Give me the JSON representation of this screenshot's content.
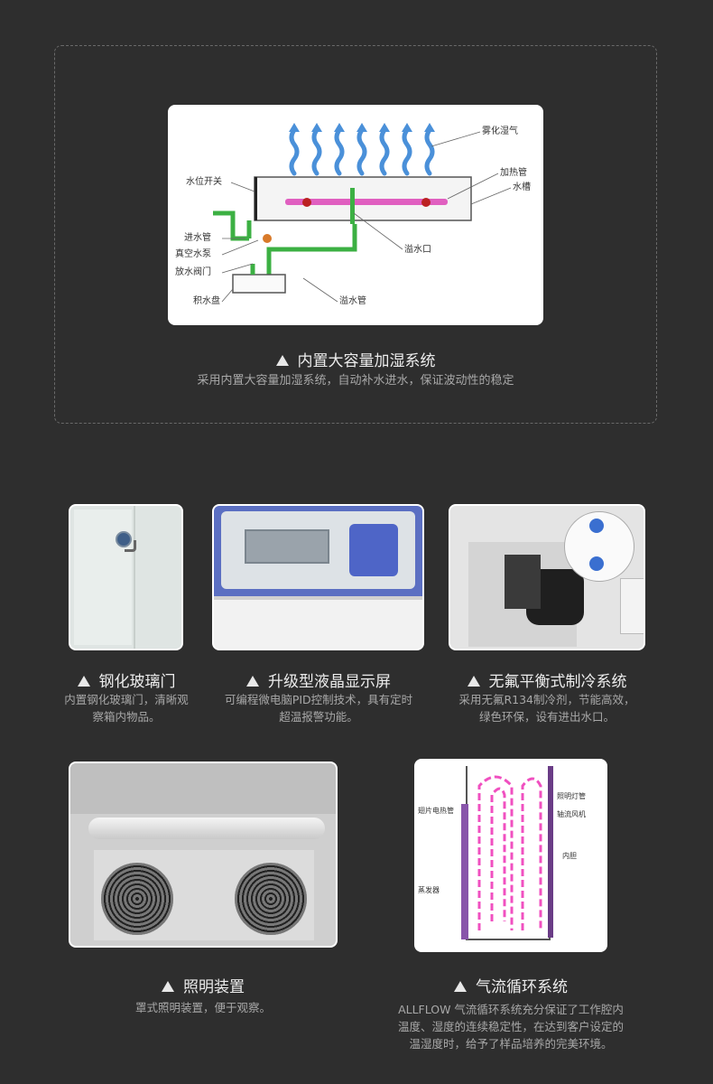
{
  "top": {
    "title": "内置大容量加湿系统",
    "desc": "采用内置大容量加湿系统，自动补水进水，保证波动性的稳定",
    "diagram_labels": {
      "mist": "雾化湿气",
      "heater": "加热管",
      "tank": "水槽",
      "level_switch": "水位开关",
      "inlet": "进水管",
      "pump": "真空水泵",
      "drain_valve": "放水阀门",
      "tray": "积水盘",
      "overflow_port": "溢水口",
      "overflow_pipe": "溢水管"
    }
  },
  "features": [
    {
      "title": "钢化玻璃门",
      "desc": [
        "内置钢化玻璃门，清晰观",
        "察箱内物品。"
      ]
    },
    {
      "title": "升级型液晶显示屏",
      "desc": [
        "可编程微电脑PID控制技术，具有定时",
        "超温报警功能。"
      ]
    },
    {
      "title": "无氟平衡式制冷系统",
      "desc": [
        "采用无氟R134制冷剂，节能高效，",
        "绿色环保，设有进出水口。"
      ]
    },
    {
      "title": "照明装置",
      "desc": [
        "罩式照明装置，便于观察。"
      ]
    },
    {
      "title": "气流循环系统",
      "desc": [
        "ALLFLOW  气流循环系统充分保证了工作腔内",
        "温度、湿度的连续稳定性，在达到客户设定的",
        "温湿度时，给予了样品培养的完美环境。"
      ]
    }
  ],
  "airflow_labels": {
    "lamp": "照明灯管",
    "fan": "轴流风机",
    "inner": "内胆",
    "fin_heater": "翅片电热管",
    "evaporator": "蒸发器"
  }
}
